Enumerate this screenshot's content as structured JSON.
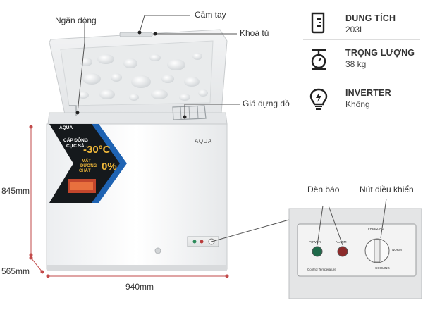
{
  "callouts": {
    "freezer_compartment": "Ngăn đông",
    "handle": "Cầm tay",
    "lock": "Khoá tủ",
    "basket": "Giá đựng đồ",
    "indicator_light": "Đèn báo",
    "control_knob": "Nút điều khiển"
  },
  "dimensions": {
    "height": "845mm",
    "depth": "565mm",
    "width": "940mm"
  },
  "specs": [
    {
      "icon": "capacity-jug-icon",
      "title": "DUNG TÍCH",
      "value": "203L"
    },
    {
      "icon": "weight-scale-icon",
      "title": "TRỌNG LƯỢNG",
      "value": "38 kg"
    },
    {
      "icon": "inverter-bulb-icon",
      "title": "INVERTER",
      "value": "Không"
    }
  ],
  "product": {
    "brand": "AQUA",
    "sticker_brand": "AQUA",
    "sticker_line1": "CẤP ĐÔNG",
    "sticker_line2": "CỰC SÂU",
    "sticker_temp": "-30°C",
    "sticker_line3": "MẤT",
    "sticker_line4": "DƯỠNG",
    "sticker_line5": "CHẤT",
    "sticker_pct": "0%"
  },
  "control_panel": {
    "power_label": "POWER",
    "alarm_label": "ALARM",
    "freezing_label": "FREEZING",
    "normal_label": "NORM",
    "cooling_label": "COOLING",
    "control_temp_label": "Control Temperature"
  }
}
